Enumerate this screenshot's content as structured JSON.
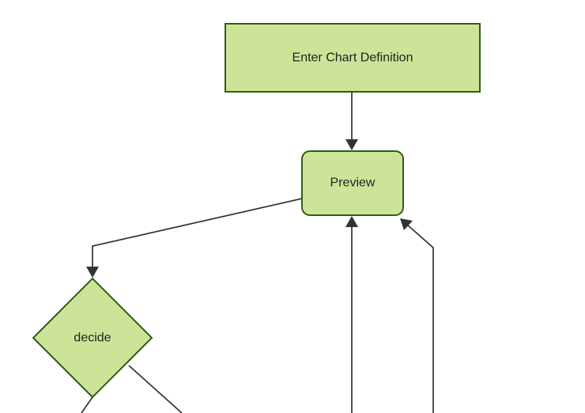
{
  "diagram": {
    "type": "flowchart",
    "colors": {
      "background": "#ffffff",
      "node_fill": "#cde498",
      "node_stroke": "#2e5d16",
      "edge": "#333333",
      "text": "#222222"
    },
    "nodes": {
      "enter": {
        "label": "Enter Chart Definition",
        "shape": "rectangle"
      },
      "preview": {
        "label": "Preview",
        "shape": "rounded-rectangle"
      },
      "decide": {
        "label": "decide",
        "shape": "diamond"
      }
    },
    "edges": [
      {
        "from": "enter",
        "to": "preview",
        "arrow": true
      },
      {
        "from": "preview",
        "to": "decide",
        "arrow": true
      },
      {
        "from": "decide",
        "to": "offscreen-bottom-left",
        "arrow": false
      },
      {
        "from": "decide",
        "to": "offscreen-bottom-right",
        "arrow": false
      },
      {
        "from": "offscreen-bottom",
        "to": "preview",
        "arrow": true
      },
      {
        "from": "offscreen-bottom-right",
        "to": "preview",
        "arrow": true
      }
    ]
  }
}
